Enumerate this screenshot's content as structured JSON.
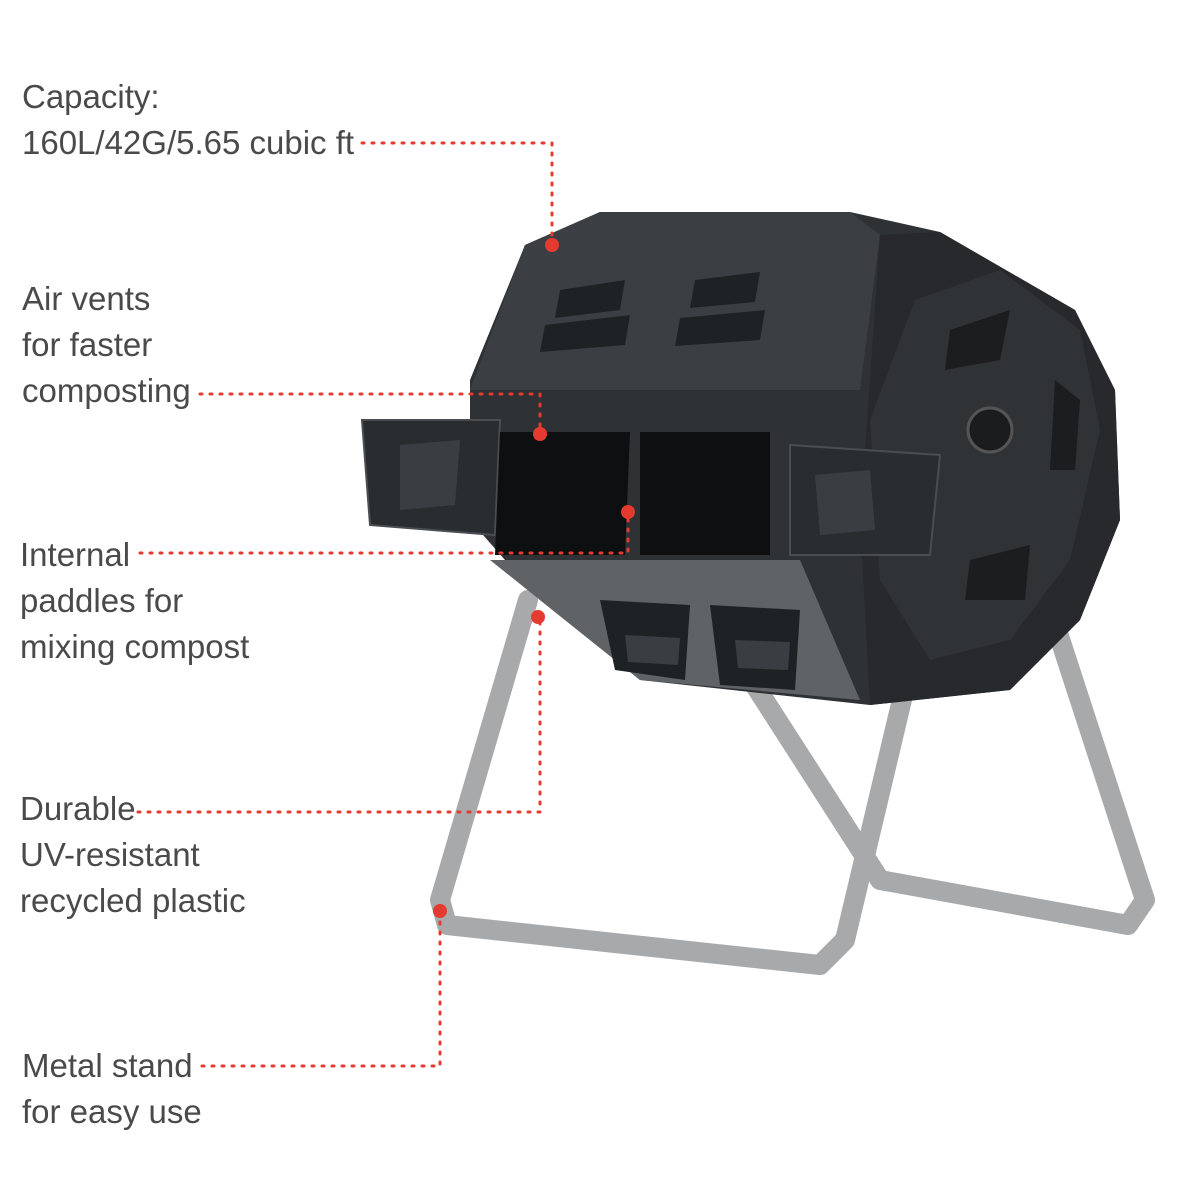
{
  "features": {
    "capacity": {
      "lines": [
        "Capacity:",
        "160L/42G/5.65 cubic ft"
      ]
    },
    "air_vents": {
      "lines": [
        "Air vents",
        "for faster",
        "composting"
      ]
    },
    "paddles": {
      "lines": [
        "Internal",
        "paddles for",
        "mixing compost"
      ]
    },
    "plastic": {
      "lines": [
        "Durable",
        "UV-resistant",
        "recycled plastic"
      ]
    },
    "stand": {
      "lines": [
        "Metal stand",
        "for easy use"
      ]
    }
  },
  "colors": {
    "text": "#4a4a4a",
    "callout": "#e53a2f",
    "body": "#2b2e31",
    "stand": "#a7a9ab"
  },
  "product_image": "dual-chamber-compost-tumbler"
}
